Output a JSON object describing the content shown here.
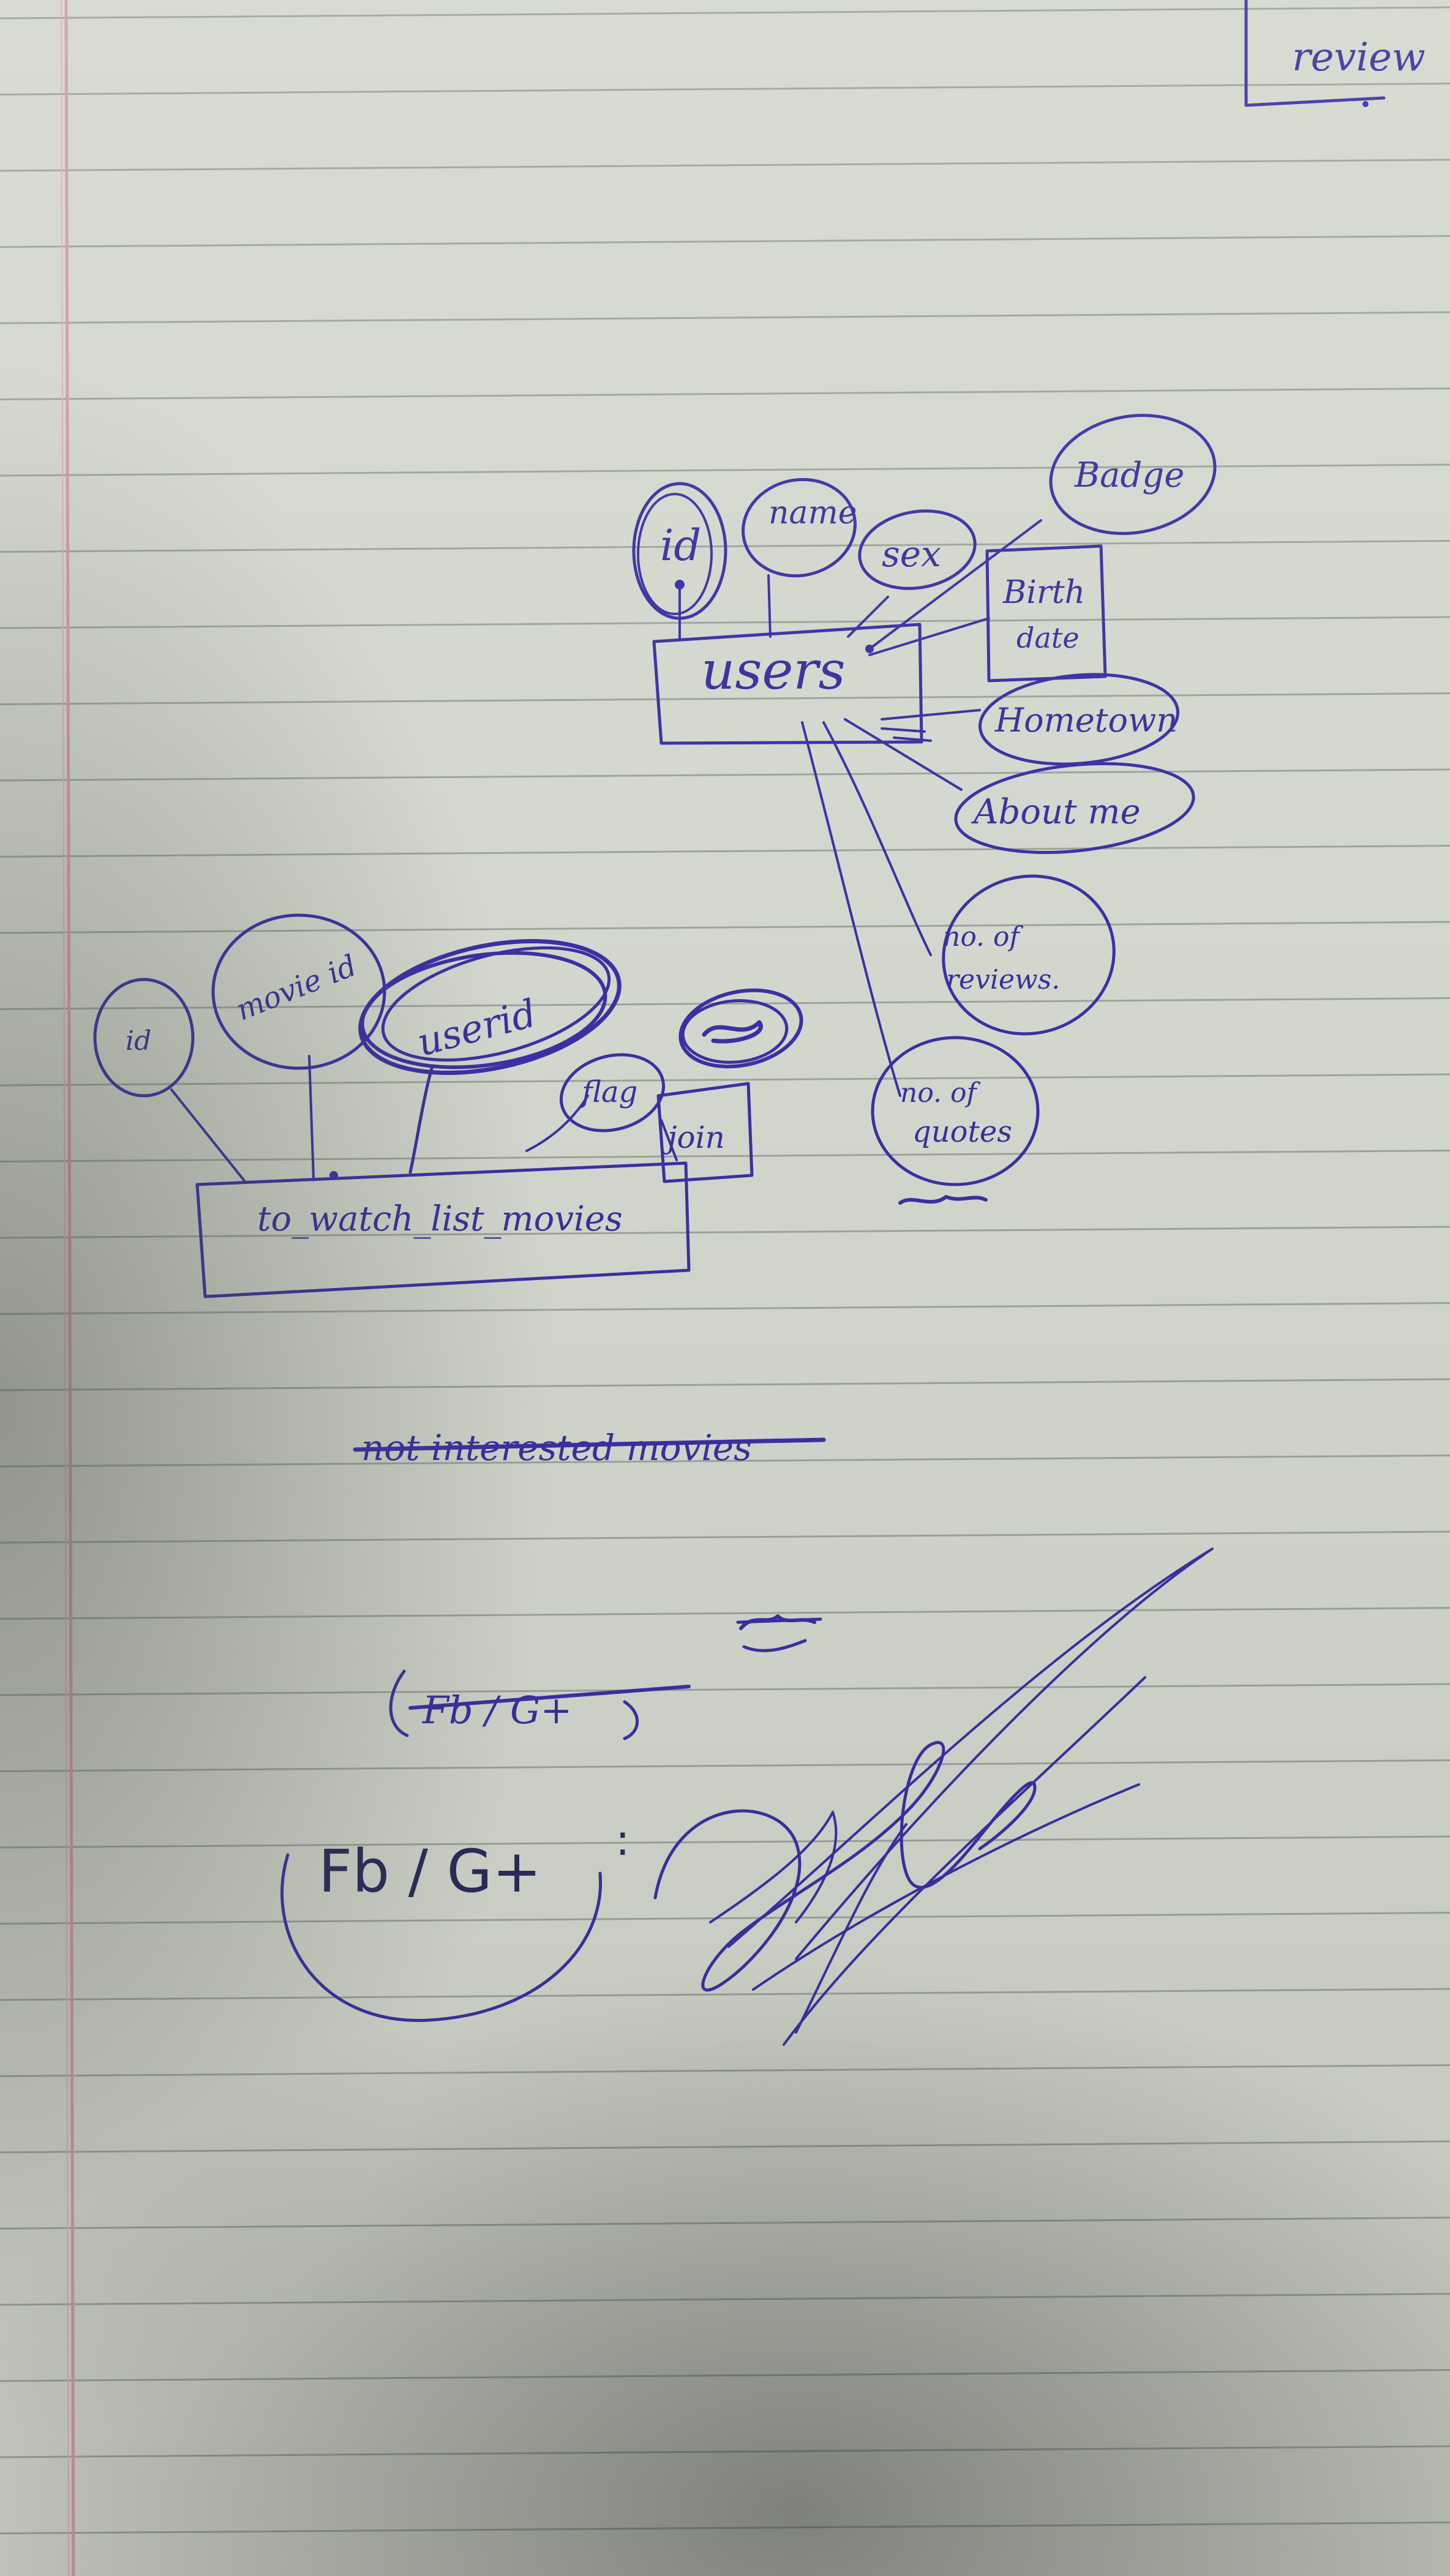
{
  "colors": {
    "paper": "#d4d7cd",
    "rule_line": "#8c928c",
    "margin_line": "#d49aa8",
    "ink": "#3b30a4"
  },
  "corner": {
    "label": "review"
  },
  "users_entity": {
    "name": "users",
    "attributes": {
      "id": "id",
      "name": "name",
      "sex": "sex",
      "badge": "Badge",
      "birth_date_1": "Birth",
      "birth_date_2": "date",
      "hometown": "Hometown",
      "about_me": "About me",
      "reviews_1": "no. of",
      "reviews_2": "reviews.",
      "quotes_1": "no. of",
      "quotes_2": "quotes"
    }
  },
  "watch_entity": {
    "name": "to_watch_list_movies",
    "attributes": {
      "id": "id",
      "movie_id": "movie id",
      "user_id": "userid",
      "flag": "flag",
      "join": "join"
    }
  },
  "struck_text": "not interested movies",
  "struck_social": "Fb / G+",
  "social": "Fb / G+",
  "colon": ":"
}
